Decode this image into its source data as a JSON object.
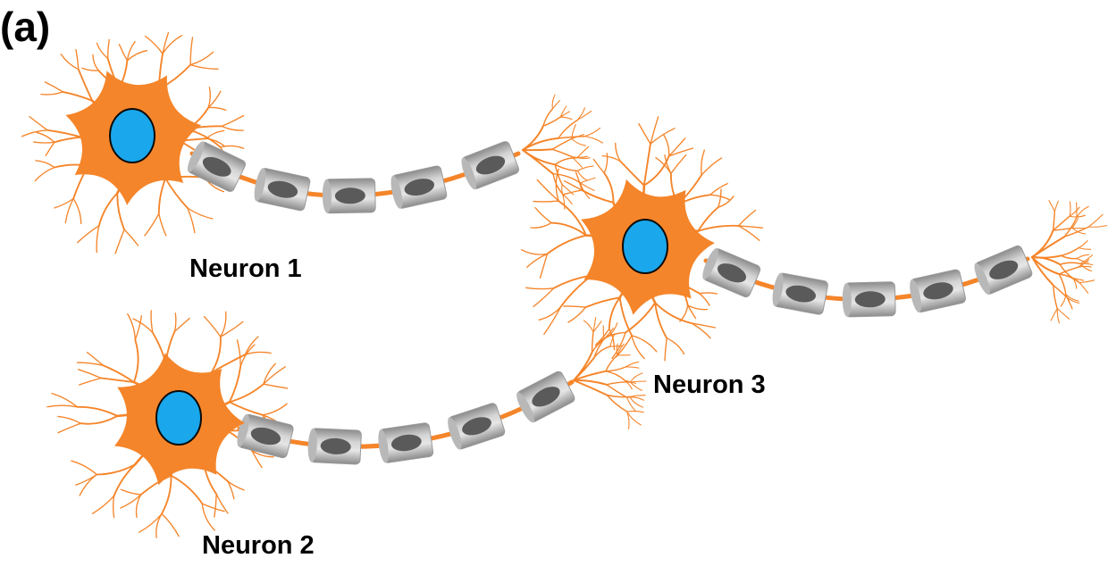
{
  "panel_label": "(a)",
  "colors": {
    "background": "#ffffff",
    "cell_body": "#f5852a",
    "dendrite": "#f5852a",
    "axon": "#f5852a",
    "nucleus": "#1aa7ec",
    "nucleus_outline": "#0a0a0a",
    "myelin_light": "#d4d4d4",
    "myelin_dark": "#8c8c8c",
    "myelin_hole": "#5a5a5a",
    "label_text": "#000000"
  },
  "neurons": [
    {
      "id": "n1",
      "label": "Neuron 1",
      "myelin_segments": 5
    },
    {
      "id": "n2",
      "label": "Neuron 2",
      "myelin_segments": 5
    },
    {
      "id": "n3",
      "label": "Neuron 3",
      "myelin_segments": 5
    }
  ]
}
